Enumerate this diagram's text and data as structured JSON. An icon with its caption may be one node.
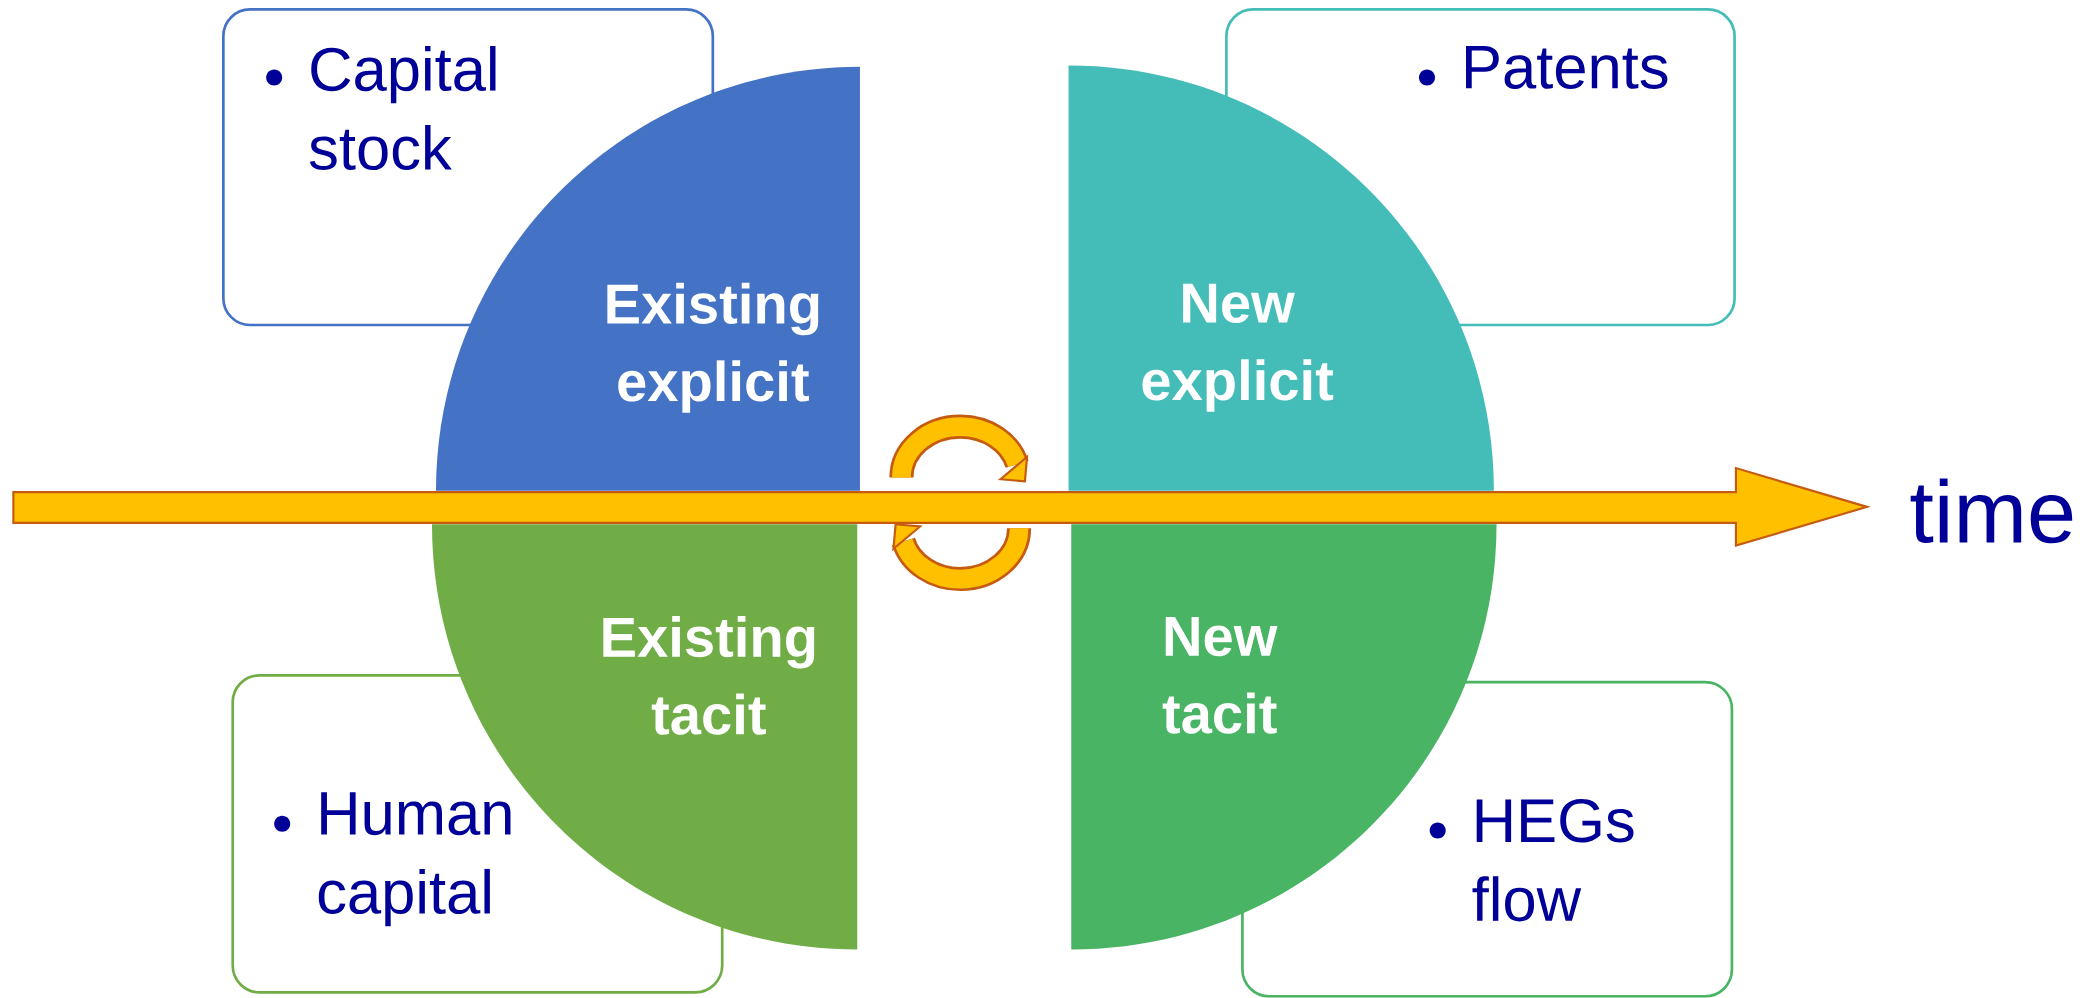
{
  "diagram": {
    "nodes": [
      {
        "text": [
          "Existing explicit"
        ]
      },
      {
        "text": [
          "New explicit"
        ]
      },
      {
        "text": [
          "Existing tacit"
        ]
      },
      {
        "text": [
          "New tacit"
        ]
      },
      {
        "text": [
          "Capital stock"
        ]
      },
      {
        "text": [
          "Patents"
        ]
      },
      {
        "text": [
          "Human capital"
        ]
      },
      {
        "text": [
          "HEGs flow"
        ]
      }
    ],
    "labels": [
      "time"
    ]
  }
}
